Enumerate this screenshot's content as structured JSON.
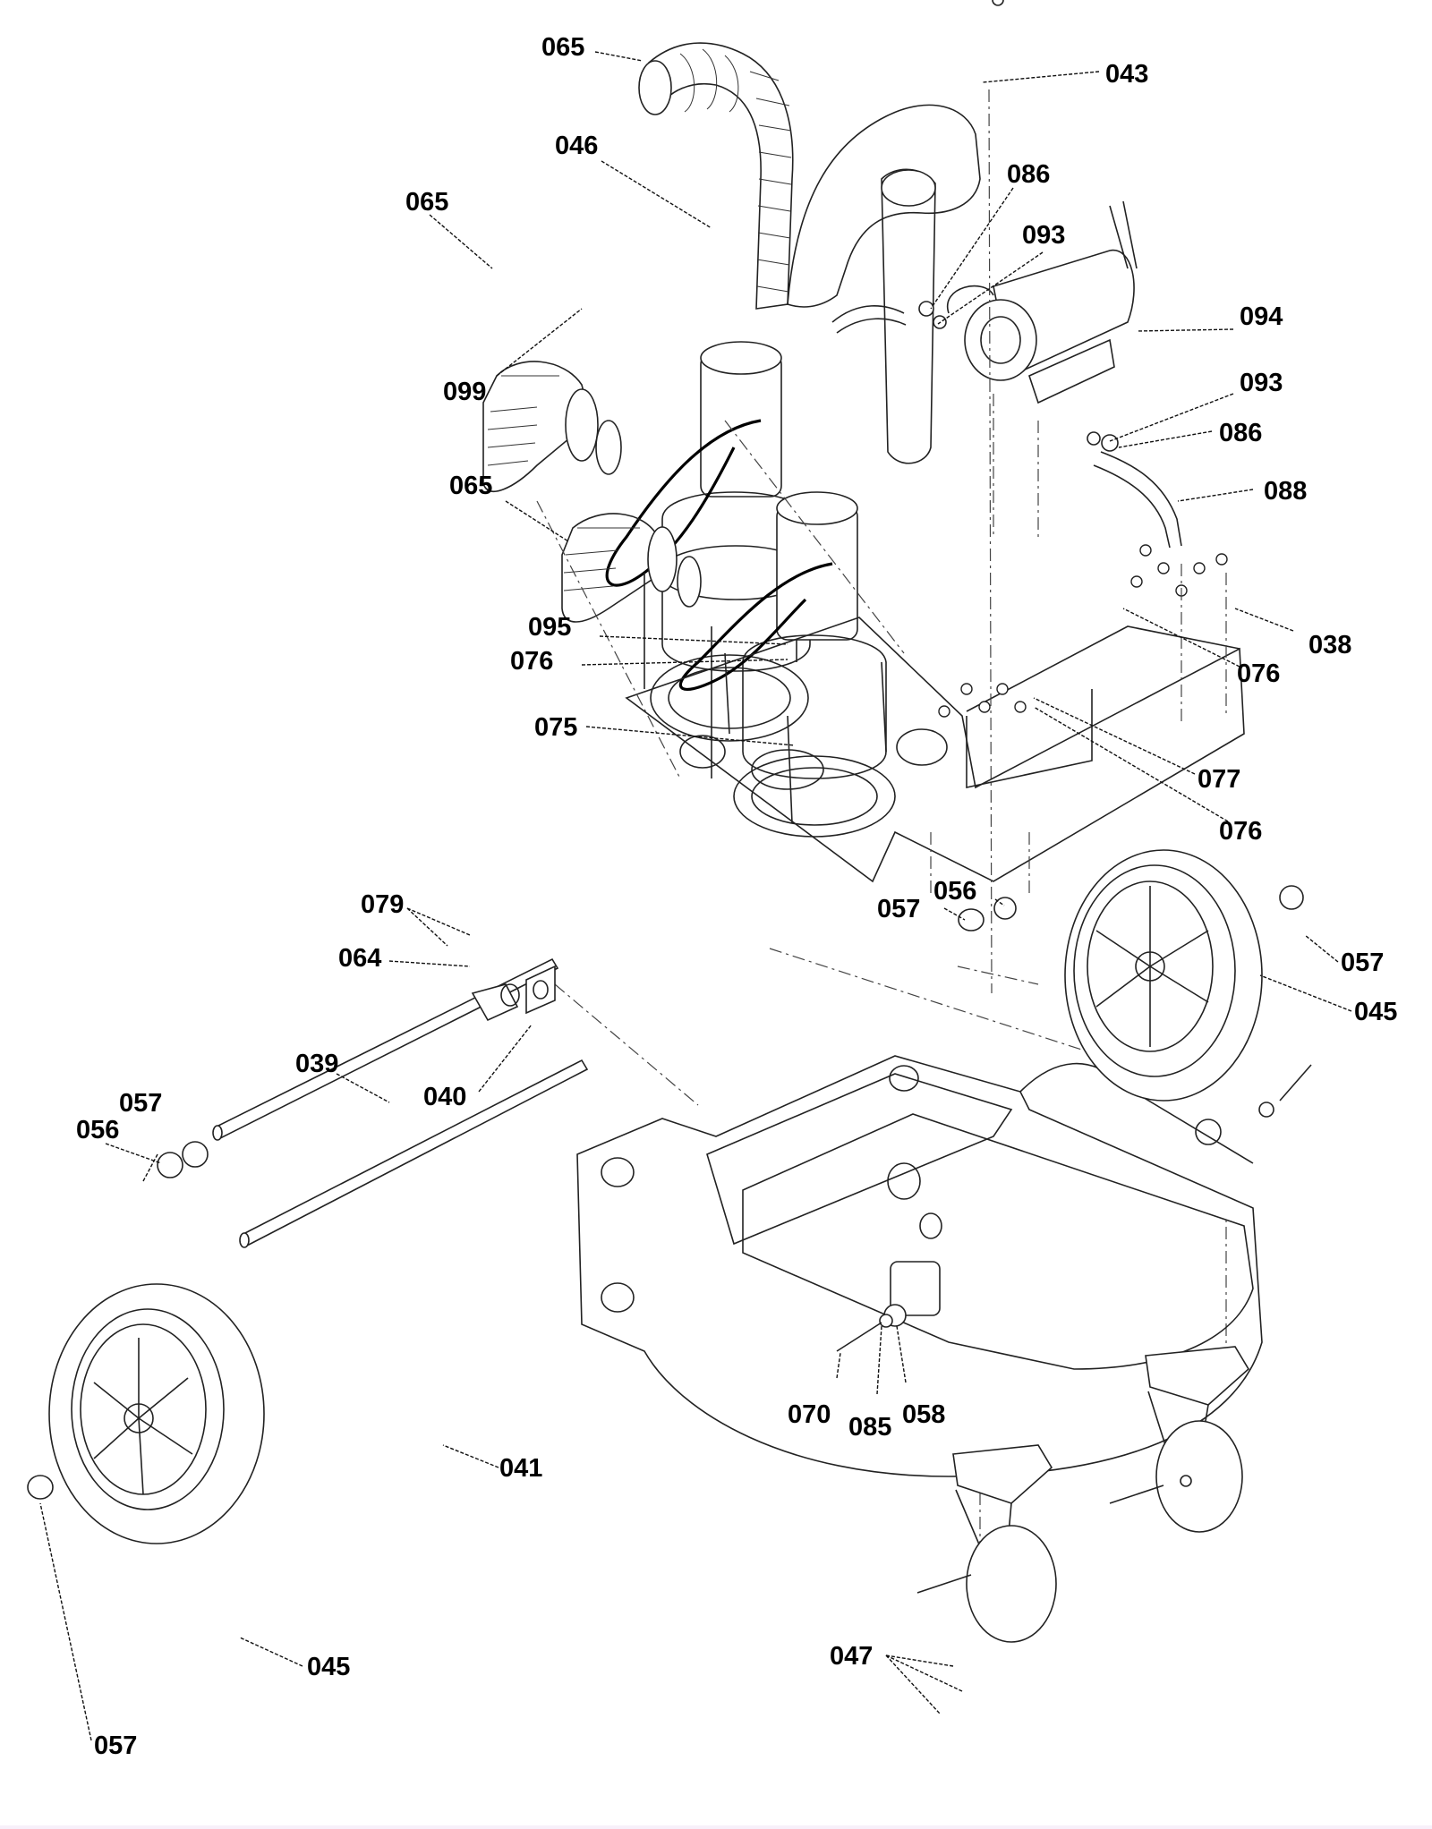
{
  "diagram": {
    "title": "Exploded parts view – dual vacuum motor cart assembly",
    "callouts": [
      {
        "id": "c1",
        "part": "065"
      },
      {
        "id": "c2",
        "part": "043"
      },
      {
        "id": "c3",
        "part": "046"
      },
      {
        "id": "c4",
        "part": "086"
      },
      {
        "id": "c5",
        "part": "065"
      },
      {
        "id": "c6",
        "part": "093"
      },
      {
        "id": "c7",
        "part": "094"
      },
      {
        "id": "c8",
        "part": "099"
      },
      {
        "id": "c9",
        "part": "093"
      },
      {
        "id": "c10",
        "part": "086"
      },
      {
        "id": "c11",
        "part": "065"
      },
      {
        "id": "c12",
        "part": "088"
      },
      {
        "id": "c13",
        "part": "038"
      },
      {
        "id": "c14",
        "part": "095"
      },
      {
        "id": "c15",
        "part": "076"
      },
      {
        "id": "c16",
        "part": "076"
      },
      {
        "id": "c17",
        "part": "075"
      },
      {
        "id": "c18",
        "part": "077"
      },
      {
        "id": "c19",
        "part": "076"
      },
      {
        "id": "c20",
        "part": "057"
      },
      {
        "id": "c21",
        "part": "056"
      },
      {
        "id": "c22",
        "part": "079"
      },
      {
        "id": "c23",
        "part": "057"
      },
      {
        "id": "c24",
        "part": "064"
      },
      {
        "id": "c25",
        "part": "045"
      },
      {
        "id": "c26",
        "part": "040"
      },
      {
        "id": "c27",
        "part": "039"
      },
      {
        "id": "c28",
        "part": "057"
      },
      {
        "id": "c29",
        "part": "056"
      },
      {
        "id": "c30",
        "part": "070"
      },
      {
        "id": "c31",
        "part": "085"
      },
      {
        "id": "c32",
        "part": "058"
      },
      {
        "id": "c33",
        "part": "041"
      },
      {
        "id": "c34",
        "part": "047"
      },
      {
        "id": "c35",
        "part": "045"
      },
      {
        "id": "c36",
        "part": "057"
      }
    ],
    "components": [
      "upper-hose",
      "handle",
      "upper-vacuum-motor",
      "side-hose-upper",
      "pump",
      "lower-vacuum-motor",
      "side-hose-lower",
      "mounting-plate",
      "base-tank",
      "rear-wheel-right",
      "rear-wheel-left",
      "axle-upper",
      "axle-lower",
      "hose-connector",
      "connector-plate",
      "caster-front",
      "caster-rear"
    ]
  }
}
